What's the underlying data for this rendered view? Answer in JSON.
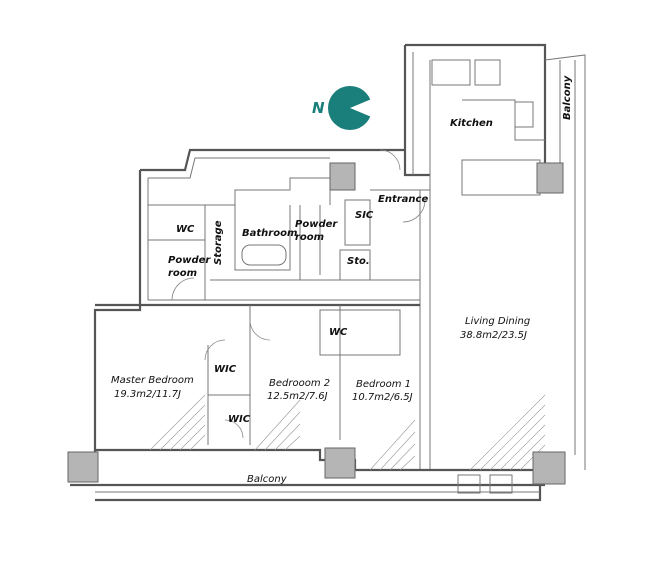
{
  "compass": {
    "label": "N",
    "color": "#1a7f7a"
  },
  "rooms": {
    "wc_left": "WC",
    "storage": "Storage",
    "bathroom": "Bathroom",
    "powder_room_upper": [
      "Powder",
      "room"
    ],
    "powder_room_left": [
      "Powder",
      "room"
    ],
    "sic": "SIC",
    "entrance": "Entrance",
    "sto": "Sto.",
    "kitchen": "Kitchen",
    "balcony_right": "Balcony",
    "living_dining": {
      "name": "Living Dining",
      "area": "38.8m2/23.5J"
    },
    "wc_center": "WC",
    "wic_upper": "WIC",
    "wic_lower": "WIC",
    "master_bedroom": {
      "name": "Master Bedroom",
      "area": "19.3m2/11.7J"
    },
    "bedroom_2": {
      "name": "Bedrooom 2",
      "area": "12.5m2/7.6J"
    },
    "bedroom_1": {
      "name": "Bedroom 1",
      "area": "10.7m2/6.5J"
    },
    "balcony_bottom": "Balcony"
  }
}
